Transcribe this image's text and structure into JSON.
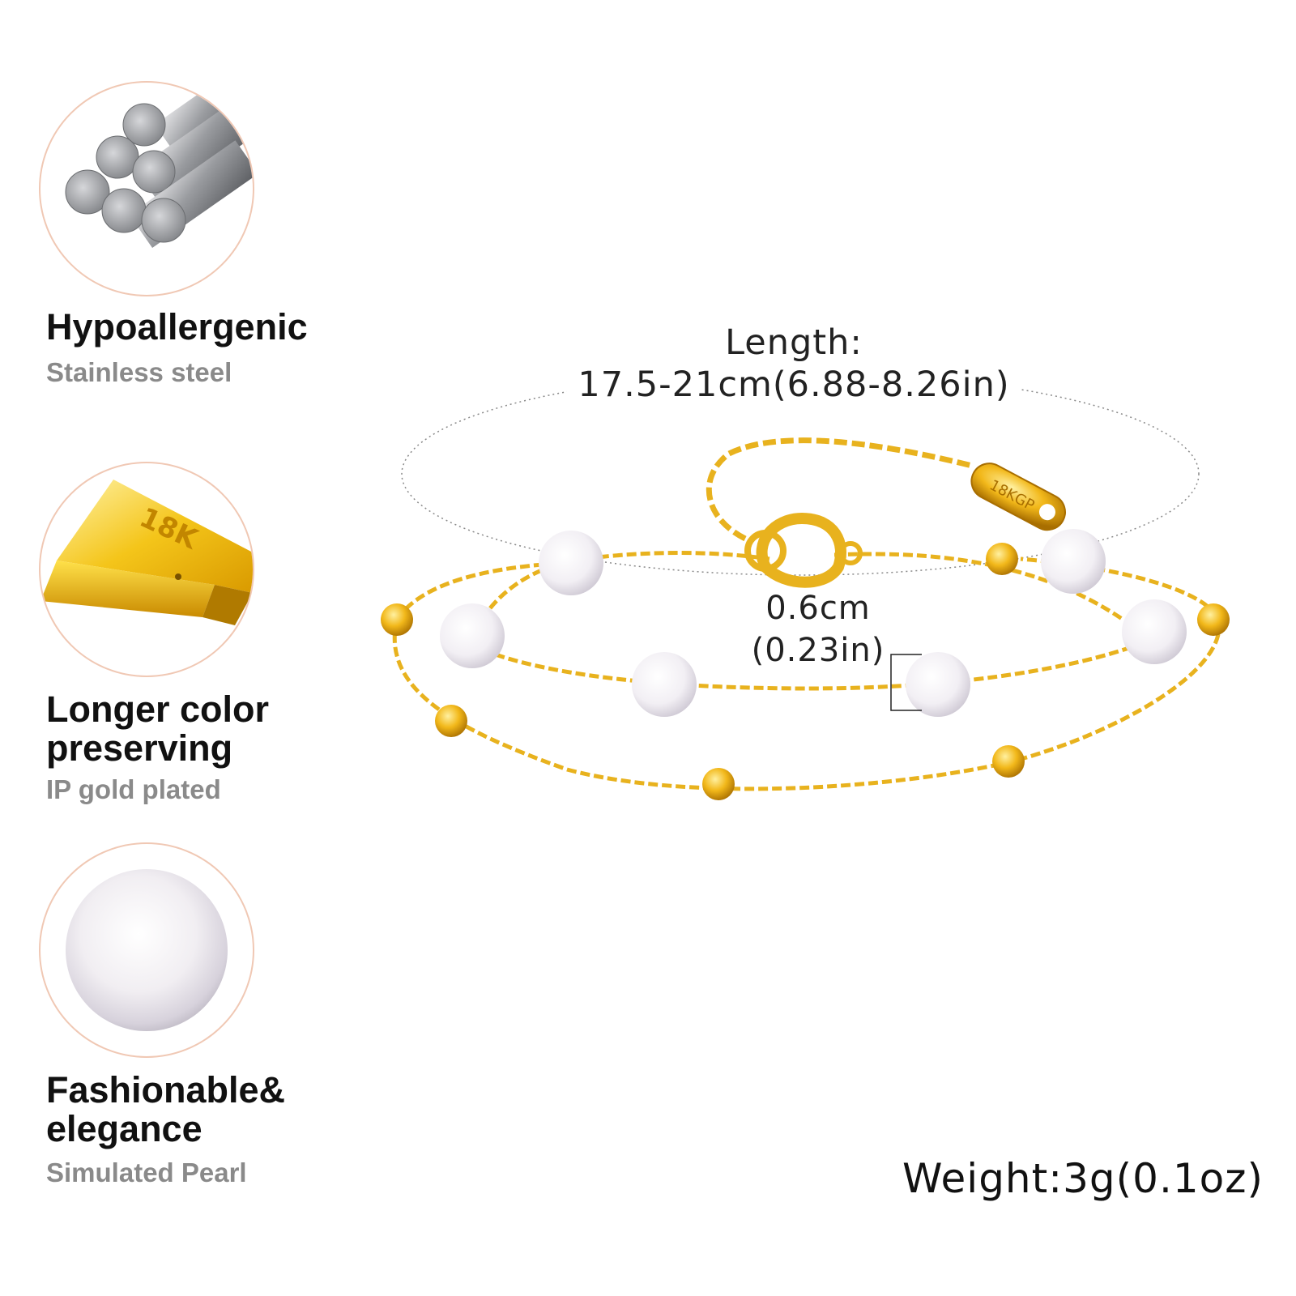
{
  "features": [
    {
      "title": "Hypoallergenic",
      "subtitle": "Stainless steel",
      "icon": "steel-rods-icon"
    },
    {
      "title": "Longer color preserving",
      "subtitle": "IP gold plated",
      "icon": "gold-bar-icon",
      "icon_text": "18K"
    },
    {
      "title": "Fashionable& elegance",
      "subtitle": "Simulated Pearl",
      "icon": "pearl-icon"
    }
  ],
  "product": {
    "length_label": "Length:",
    "length_value": "17.5-21cm(6.88-8.26in)",
    "width_value": "0.6cm",
    "width_value_in": "(0.23in)",
    "weight": "Weight:3g(0.1oz)",
    "tag_text": "18KGP"
  },
  "colors": {
    "gold": "#e8b21e",
    "gold_dark": "#b47c08",
    "circle_border": "#f0c8b4",
    "subtitle_gray": "#8a8a8a"
  }
}
